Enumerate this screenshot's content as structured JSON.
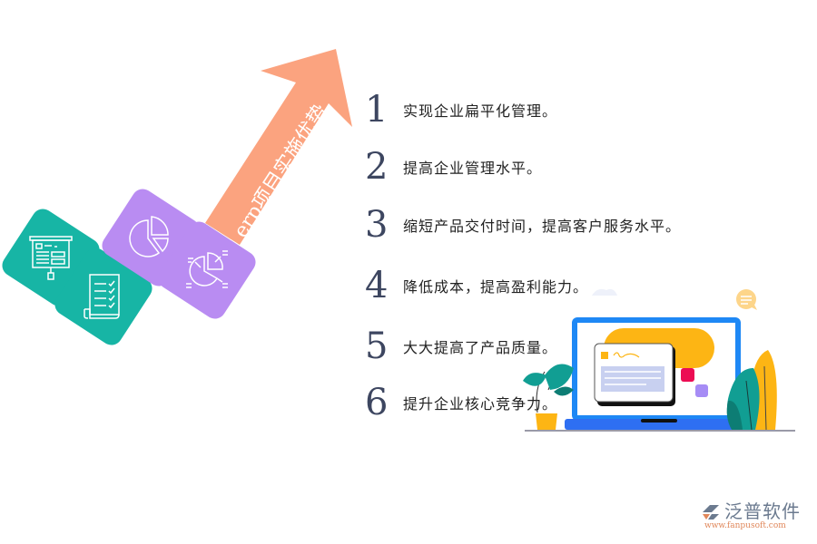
{
  "arrow": {
    "title": "erp项目实施优势",
    "color": "#fba37f"
  },
  "tiles": [
    {
      "icon": "presentation-board-icon",
      "color": "#17b5a5"
    },
    {
      "icon": "checklist-document-icon",
      "color": "#17b5a5"
    },
    {
      "icon": "pie-chart-icon",
      "color": "#b98cf2"
    },
    {
      "icon": "pie-chart-analysis-icon",
      "color": "#b98cf2"
    }
  ],
  "advantages": [
    {
      "number": "1",
      "text": "实现企业扁平化管理。"
    },
    {
      "number": "2",
      "text": "提高企业管理水平。"
    },
    {
      "number": "3",
      "text": "缩短产品交付时间，提高客户服务水平。"
    },
    {
      "number": "4",
      "text": "降低成本，提高盈利能力。"
    },
    {
      "number": "5",
      "text": "大大提高了产品质量。"
    },
    {
      "number": "6",
      "text": "提升企业核心竞争力。"
    }
  ],
  "illustration": {
    "description": "laptop-with-plants",
    "screen_color": "#1e88f5",
    "accent_yellow": "#fdb514",
    "plant_teal": "#119e93"
  },
  "logo": {
    "name": "泛普软件",
    "url": "www.fanpusoft.com"
  }
}
